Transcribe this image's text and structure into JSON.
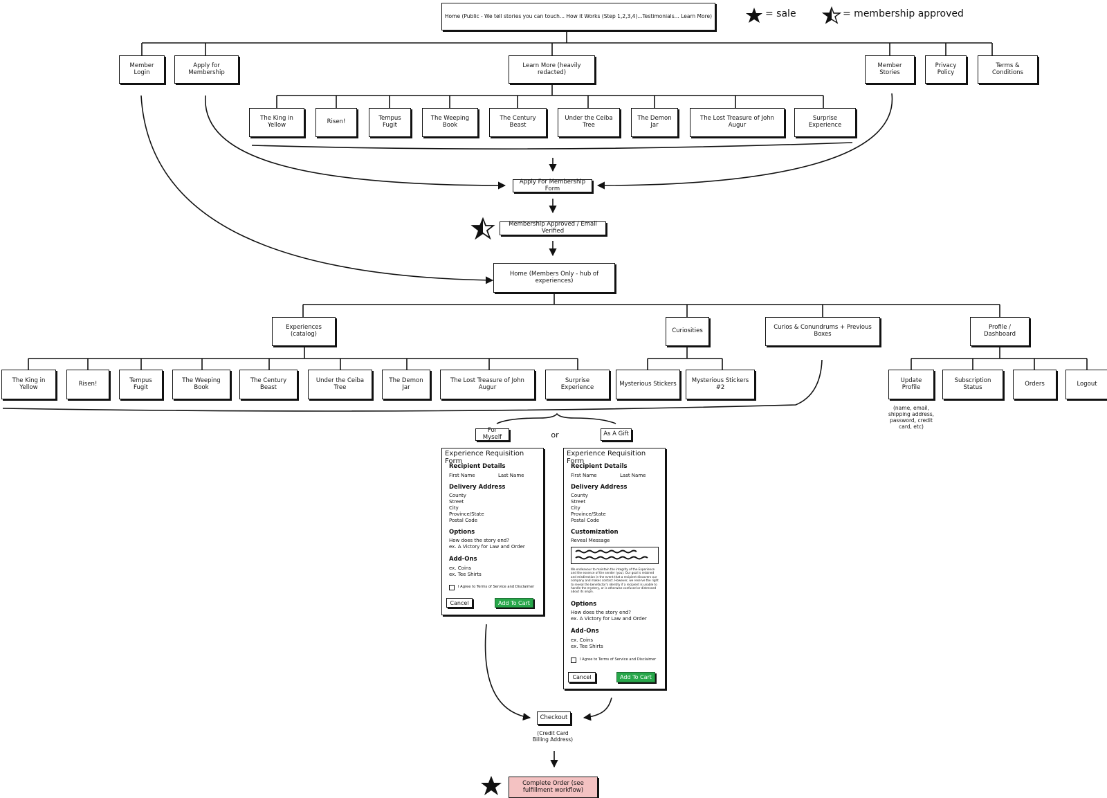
{
  "legend": {
    "sale": "= sale",
    "membership": "= membership approved"
  },
  "nodes": {
    "home_public": "Home (Public - We tell stories you can touch... How it Works (Step 1,2,3,4)...Testimonials... Learn More)",
    "member_login": "Member Login",
    "apply_membership": "Apply for Membership",
    "learn_more": "Learn More (heavily redacted)",
    "member_stories": "Member Stories",
    "privacy": "Privacy Policy",
    "terms": "Terms & Conditions",
    "apply_form": "Apply For Membership Form",
    "approved": "Membership Approved / Email Verified",
    "home_members": "Home (Members Only - hub of experiences)",
    "experiences_catalog": "Experiences (catalog)",
    "curiosities": "Curiosities",
    "curios": "Curios & Conundrums + Previous Boxes",
    "profile": "Profile / Dashboard",
    "stickers1": "Mysterious Stickers",
    "stickers2": "Mysterious Stickers #2",
    "update_profile": "Update Profile",
    "update_profile_note": "(name, email, shipping address, password, credit card, etc)",
    "subscription": "Subscription Status",
    "orders": "Orders",
    "logout": "Logout",
    "for_myself": "For Myself",
    "or": "or",
    "as_gift": "As A Gift",
    "checkout": "Checkout",
    "checkout_note": "(Credit Card Billing Address)",
    "complete": "Complete Order (see fulfillment workflow)"
  },
  "experiences": [
    "The King in Yellow",
    "Risen!",
    "Tempus Fugit",
    "The Weeping Book",
    "The Century Beast",
    "Under the Ceiba Tree",
    "The Demon Jar",
    "The Lost Treasure of John Augur",
    "Surprise Experience"
  ],
  "form": {
    "title": "Experience Requisition Form",
    "recipient": "Recipient Details",
    "first": "First Name",
    "last": "Last Name",
    "delivery": "Delivery Address",
    "address_lines": [
      "County",
      "Street",
      "City",
      "Province/State",
      "Postal Code"
    ],
    "customization": "Customization",
    "reveal": "Reveal Message",
    "disclaimer": "We endeavour to maintain the integrity of the Experience and the essence of the sender (you). Our goal is retained and misdirection in the event that a recipient discovers our company and makes contact. However, we reserve the right to reveal the benefactor's identity if a recipient is unable to handle the mystery, or is otherwise confused or distressed about its origin.",
    "options": "Options",
    "options_q": "How does the story end?",
    "options_ex": "ex. A Victory for Law and Order",
    "addons": "Add-Ons",
    "addon_items": [
      "ex. Coins",
      "ex. Tee Shirts"
    ],
    "agree": "I Agree to Terms of Service and Disclaimer",
    "cancel": "Cancel",
    "add_cart": "Add To Cart"
  }
}
